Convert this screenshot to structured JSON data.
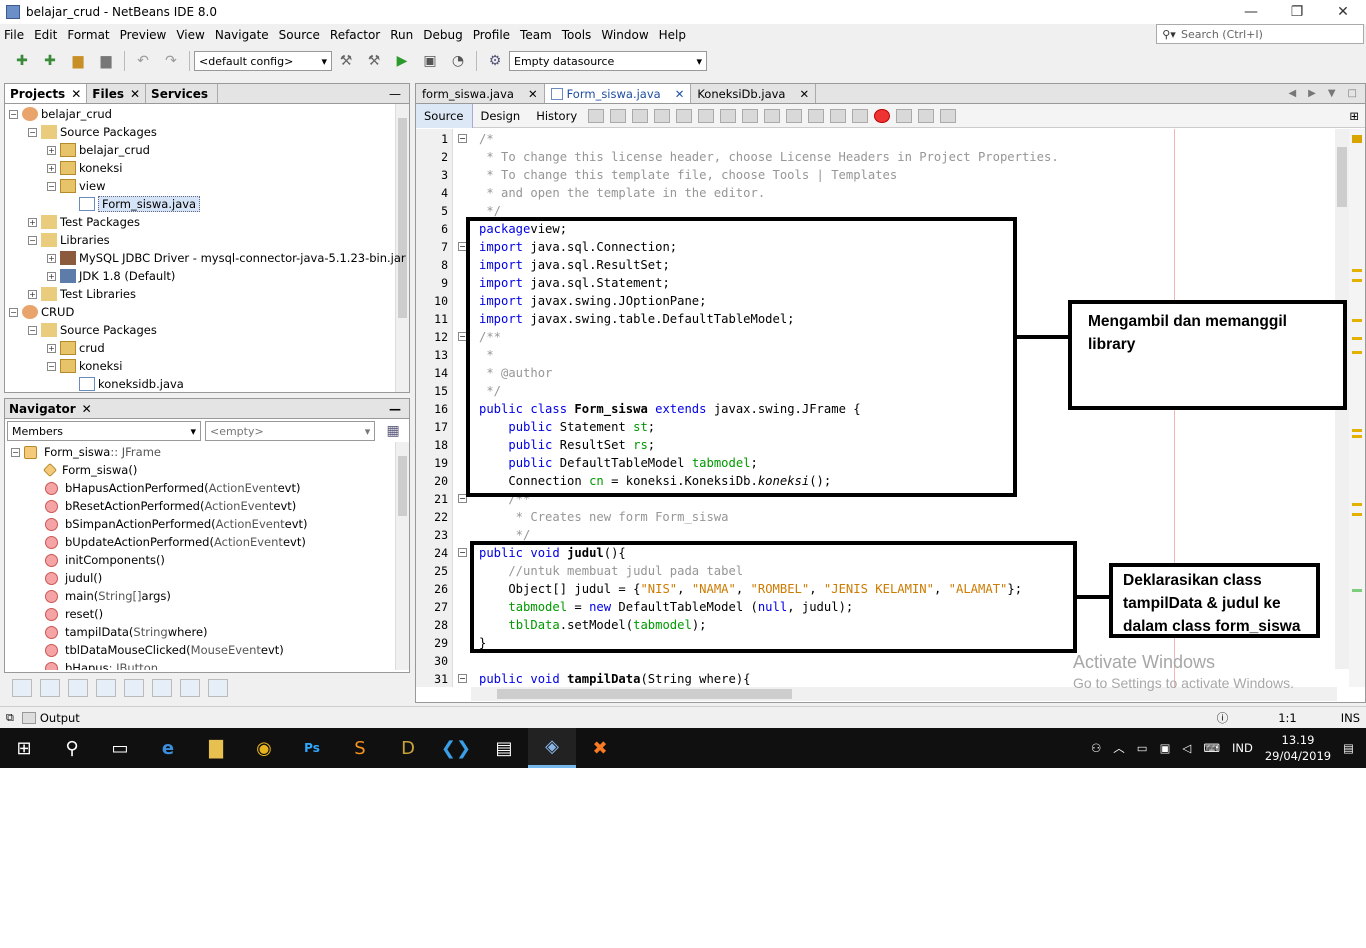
{
  "window": {
    "title": "belajar_crud - NetBeans IDE 8.0",
    "minimize": "—",
    "restore": "❐",
    "close": "✕"
  },
  "menu": [
    "File",
    "Edit",
    "Format",
    "Preview",
    "View",
    "Navigate",
    "Source",
    "Refactor",
    "Run",
    "Debug",
    "Profile",
    "Team",
    "Tools",
    "Window",
    "Help"
  ],
  "search": {
    "placeholder": "Search (Ctrl+I)"
  },
  "toolbar": {
    "config": "<default config>",
    "datasource": "Empty datasource"
  },
  "projects_panel": {
    "tabs": [
      "Projects",
      "Files",
      "Services"
    ],
    "tree": [
      {
        "label": "belajar_crud",
        "depth": 0,
        "icon": "proj",
        "exp": "−"
      },
      {
        "label": "Source Packages",
        "depth": 1,
        "icon": "fld",
        "exp": "−"
      },
      {
        "label": "belajar_crud",
        "depth": 2,
        "icon": "pkg",
        "exp": "+"
      },
      {
        "label": "koneksi",
        "depth": 2,
        "icon": "pkg",
        "exp": "+"
      },
      {
        "label": "view",
        "depth": 2,
        "icon": "pkg",
        "exp": "−"
      },
      {
        "label": "Form_siswa.java",
        "depth": 3,
        "icon": "jfile",
        "exp": "",
        "selected": true
      },
      {
        "label": "Test Packages",
        "depth": 1,
        "icon": "fld",
        "exp": "+"
      },
      {
        "label": "Libraries",
        "depth": 1,
        "icon": "fld",
        "exp": "−"
      },
      {
        "label": "MySQL JDBC Driver - mysql-connector-java-5.1.23-bin.jar",
        "depth": 2,
        "icon": "jar",
        "exp": "+"
      },
      {
        "label": "JDK 1.8 (Default)",
        "depth": 2,
        "icon": "jdk",
        "exp": "+"
      },
      {
        "label": "Test Libraries",
        "depth": 1,
        "icon": "fld",
        "exp": "+"
      },
      {
        "label": "CRUD",
        "depth": 0,
        "icon": "proj",
        "exp": "−"
      },
      {
        "label": "Source Packages",
        "depth": 1,
        "icon": "fld",
        "exp": "−"
      },
      {
        "label": "crud",
        "depth": 2,
        "icon": "pkg",
        "exp": "+"
      },
      {
        "label": "koneksi",
        "depth": 2,
        "icon": "pkg",
        "exp": "−"
      },
      {
        "label": "koneksidb.java",
        "depth": 3,
        "icon": "jfile",
        "exp": ""
      }
    ]
  },
  "navigator": {
    "title": "Navigator",
    "filter": "Members",
    "filter2": "<empty>",
    "items": [
      {
        "name": "Form_siswa",
        "suffix": " :: JFrame",
        "kind": "cls",
        "depth": 0
      },
      {
        "name": "Form_siswa()",
        "suffix": "",
        "kind": "cons",
        "depth": 1
      },
      {
        "name": "bHapusActionPerformed(",
        "param": "ActionEvent",
        "tail": " evt)",
        "kind": "m",
        "depth": 1
      },
      {
        "name": "bResetActionPerformed(",
        "param": "ActionEvent",
        "tail": " evt)",
        "kind": "m",
        "depth": 1
      },
      {
        "name": "bSimpanActionPerformed(",
        "param": "ActionEvent",
        "tail": " evt)",
        "kind": "m",
        "depth": 1
      },
      {
        "name": "bUpdateActionPerformed(",
        "param": "ActionEvent",
        "tail": " evt)",
        "kind": "m",
        "depth": 1
      },
      {
        "name": "initComponents()",
        "suffix": "",
        "kind": "m",
        "depth": 1
      },
      {
        "name": "judul()",
        "suffix": "",
        "kind": "m",
        "depth": 1
      },
      {
        "name": "main(",
        "param": "String[]",
        "tail": " args)",
        "kind": "m",
        "depth": 1
      },
      {
        "name": "reset()",
        "suffix": "",
        "kind": "m",
        "depth": 1
      },
      {
        "name": "tampilData(",
        "param": "String",
        "tail": " where)",
        "kind": "m",
        "depth": 1
      },
      {
        "name": "tblDataMouseClicked(",
        "param": "MouseEvent",
        "tail": " evt)",
        "kind": "m",
        "depth": 1
      },
      {
        "name": "bHapus",
        "suffix": " : JButton",
        "kind": "m",
        "depth": 1
      }
    ]
  },
  "editor": {
    "tabs": [
      {
        "label": "form_siswa.java",
        "selected": false
      },
      {
        "label": "Form_siswa.java",
        "selected": true
      },
      {
        "label": "KoneksiDb.java",
        "selected": false
      }
    ],
    "modes": [
      "Source",
      "Design",
      "History"
    ],
    "lines": [
      [
        [
          "cm",
          "/*"
        ]
      ],
      [
        [
          "cm",
          " * To change this license header, choose License Headers in Project Properties."
        ]
      ],
      [
        [
          "cm",
          " * To change this template file, choose Tools | Templates"
        ]
      ],
      [
        [
          "cm",
          " * and open the template in the editor."
        ]
      ],
      [
        [
          "cm",
          " */"
        ]
      ],
      [
        [
          "kw",
          "package"
        ],
        [
          "",
          "view;"
        ]
      ],
      [
        [
          "kw",
          "import"
        ],
        [
          "",
          " java.sql.Connection;"
        ]
      ],
      [
        [
          "kw",
          "import"
        ],
        [
          "",
          " java.sql.ResultSet;"
        ]
      ],
      [
        [
          "kw",
          "import"
        ],
        [
          "",
          " java.sql.Statement;"
        ]
      ],
      [
        [
          "kw",
          "import"
        ],
        [
          "",
          " javax.swing.JOptionPane;"
        ]
      ],
      [
        [
          "kw",
          "import"
        ],
        [
          "",
          " javax.swing.table.DefaultTableModel;"
        ]
      ],
      [
        [
          "cm",
          "/**"
        ]
      ],
      [
        [
          "cm",
          " *"
        ]
      ],
      [
        [
          "cm",
          " * @author"
        ]
      ],
      [
        [
          "cm",
          " */"
        ]
      ],
      [
        [
          "kw",
          "public class"
        ],
        [
          "",
          " "
        ],
        [
          "bd",
          "Form_siswa"
        ],
        [
          "",
          " "
        ],
        [
          "kw",
          "extends"
        ],
        [
          "",
          " javax.swing.JFrame {"
        ]
      ],
      [
        [
          "",
          "    "
        ],
        [
          "kw",
          "public"
        ],
        [
          "",
          " Statement "
        ],
        [
          "fld",
          "st"
        ],
        [
          "",
          ";"
        ]
      ],
      [
        [
          "",
          "    "
        ],
        [
          "kw",
          "public"
        ],
        [
          "",
          " ResultSet "
        ],
        [
          "fld",
          "rs"
        ],
        [
          "",
          ";"
        ]
      ],
      [
        [
          "",
          "    "
        ],
        [
          "kw",
          "public"
        ],
        [
          "",
          " DefaultTableModel "
        ],
        [
          "fld",
          "tabmodel"
        ],
        [
          "",
          ";"
        ]
      ],
      [
        [
          "",
          "    Connection "
        ],
        [
          "fld",
          "cn"
        ],
        [
          "",
          " = koneksi.KoneksiDb."
        ],
        [
          "it",
          "koneksi"
        ],
        [
          "",
          "();"
        ]
      ],
      [
        [
          "cm",
          "    /**"
        ]
      ],
      [
        [
          "cm",
          "     * Creates new form Form_siswa"
        ]
      ],
      [
        [
          "cm",
          "     */"
        ]
      ],
      [
        [
          "kw",
          "public void"
        ],
        [
          "",
          " "
        ],
        [
          "bd",
          "judul"
        ],
        [
          "",
          "(){"
        ]
      ],
      [
        [
          "cm",
          "    //untuk membuat judul pada tabel"
        ]
      ],
      [
        [
          "",
          "    Object[] judul = {"
        ],
        [
          "str",
          "\"NIS\""
        ],
        [
          "",
          ", "
        ],
        [
          "str",
          "\"NAMA\""
        ],
        [
          "",
          ", "
        ],
        [
          "str",
          "\"ROMBEL\""
        ],
        [
          "",
          ", "
        ],
        [
          "str",
          "\"JENIS KELAMIN\""
        ],
        [
          "",
          ", "
        ],
        [
          "str",
          "\"ALAMAT\""
        ],
        [
          "",
          "};"
        ]
      ],
      [
        [
          "",
          "    "
        ],
        [
          "fld",
          "tabmodel"
        ],
        [
          "",
          " = "
        ],
        [
          "kw",
          "new"
        ],
        [
          "",
          " DefaultTableModel ("
        ],
        [
          "kw",
          "null"
        ],
        [
          "",
          ", judul);"
        ]
      ],
      [
        [
          "",
          "    "
        ],
        [
          "fld",
          "tblData"
        ],
        [
          "",
          ".setModel("
        ],
        [
          "fld",
          "tabmodel"
        ],
        [
          "",
          ");"
        ]
      ],
      [
        [
          "",
          "}"
        ]
      ],
      [
        [
          "",
          ""
        ]
      ],
      [
        [
          "kw",
          "public void"
        ],
        [
          "",
          " "
        ],
        [
          "bd",
          "tampilData"
        ],
        [
          "",
          "(String where){"
        ]
      ]
    ]
  },
  "annotations": {
    "library": "Mengambil dan memanggil library",
    "class": "Deklarasikan class tampilData & judul ke dalam class form_siswa"
  },
  "watermark": {
    "line1": "Activate Windows",
    "line2": "Go to Settings to activate Windows."
  },
  "status": {
    "output": "Output",
    "position": "1:1",
    "mode": "INS"
  },
  "taskbar": {
    "lang": "IND",
    "time": "13.19",
    "date": "29/04/2019"
  }
}
